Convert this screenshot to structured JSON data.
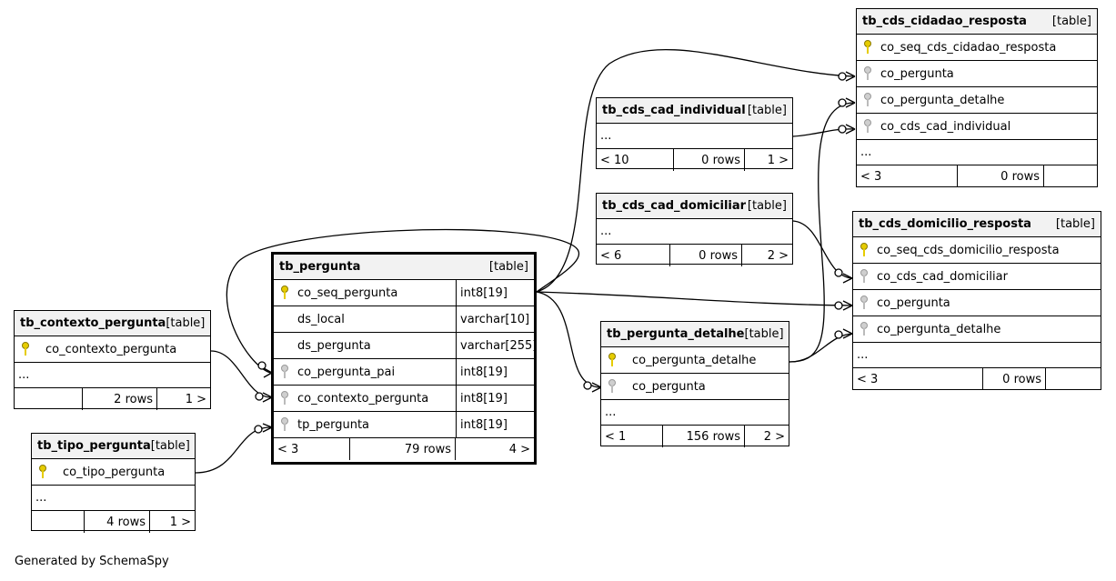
{
  "footer": "Generated by SchemaSpy",
  "tables": {
    "tb_pergunta": {
      "name": "tb_pergunta",
      "kind": "[table]",
      "columns": [
        {
          "name": "co_seq_pergunta",
          "type": "int8[19]",
          "key": "primary"
        },
        {
          "name": "ds_local",
          "type": "varchar[10]",
          "key": "none"
        },
        {
          "name": "ds_pergunta",
          "type": "varchar[255]",
          "key": "none"
        },
        {
          "name": "co_pergunta_pai",
          "type": "int8[19]",
          "key": "foreign"
        },
        {
          "name": "co_contexto_pergunta",
          "type": "int8[19]",
          "key": "foreign"
        },
        {
          "name": "tp_pergunta",
          "type": "int8[19]",
          "key": "foreign"
        }
      ],
      "footer": {
        "parents": "< 3",
        "rows": "79 rows",
        "children": "4 >"
      }
    },
    "tb_contexto_pergunta": {
      "name": "tb_contexto_pergunta",
      "kind": "[table]",
      "columns": [
        {
          "name": "co_contexto_pergunta",
          "key": "primary"
        }
      ],
      "more": "...",
      "footer": {
        "parents": "",
        "rows": "2 rows",
        "children": "1 >"
      }
    },
    "tb_tipo_pergunta": {
      "name": "tb_tipo_pergunta",
      "kind": "[table]",
      "columns": [
        {
          "name": "co_tipo_pergunta",
          "key": "primary"
        }
      ],
      "more": "...",
      "footer": {
        "parents": "",
        "rows": "4 rows",
        "children": "1 >"
      }
    },
    "tb_cds_cad_individual": {
      "name": "tb_cds_cad_individual",
      "kind": "[table]",
      "more": "...",
      "footer": {
        "parents": "< 10",
        "rows": "0 rows",
        "children": "1 >"
      }
    },
    "tb_cds_cad_domiciliar": {
      "name": "tb_cds_cad_domiciliar",
      "kind": "[table]",
      "more": "...",
      "footer": {
        "parents": "< 6",
        "rows": "0 rows",
        "children": "2 >"
      }
    },
    "tb_pergunta_detalhe": {
      "name": "tb_pergunta_detalhe",
      "kind": "[table]",
      "columns": [
        {
          "name": "co_pergunta_detalhe",
          "key": "primary"
        },
        {
          "name": "co_pergunta",
          "key": "foreign"
        }
      ],
      "more": "...",
      "footer": {
        "parents": "< 1",
        "rows": "156 rows",
        "children": "2 >"
      }
    },
    "tb_cds_cidadao_resposta": {
      "name": "tb_cds_cidadao_resposta",
      "kind": "[table]",
      "columns": [
        {
          "name": "co_seq_cds_cidadao_resposta",
          "key": "primary"
        },
        {
          "name": "co_pergunta",
          "key": "foreign"
        },
        {
          "name": "co_pergunta_detalhe",
          "key": "foreign"
        },
        {
          "name": "co_cds_cad_individual",
          "key": "foreign"
        }
      ],
      "more": "...",
      "footer": {
        "parents": "< 3",
        "rows": "0 rows",
        "children": ""
      }
    },
    "tb_cds_domicilio_resposta": {
      "name": "tb_cds_domicilio_resposta",
      "kind": "[table]",
      "columns": [
        {
          "name": "co_seq_cds_domicilio_resposta",
          "key": "primary"
        },
        {
          "name": "co_cds_cad_domiciliar",
          "key": "foreign"
        },
        {
          "name": "co_pergunta",
          "key": "foreign"
        },
        {
          "name": "co_pergunta_detalhe",
          "key": "foreign"
        }
      ],
      "more": "...",
      "footer": {
        "parents": "< 3",
        "rows": "0 rows",
        "children": ""
      }
    }
  }
}
